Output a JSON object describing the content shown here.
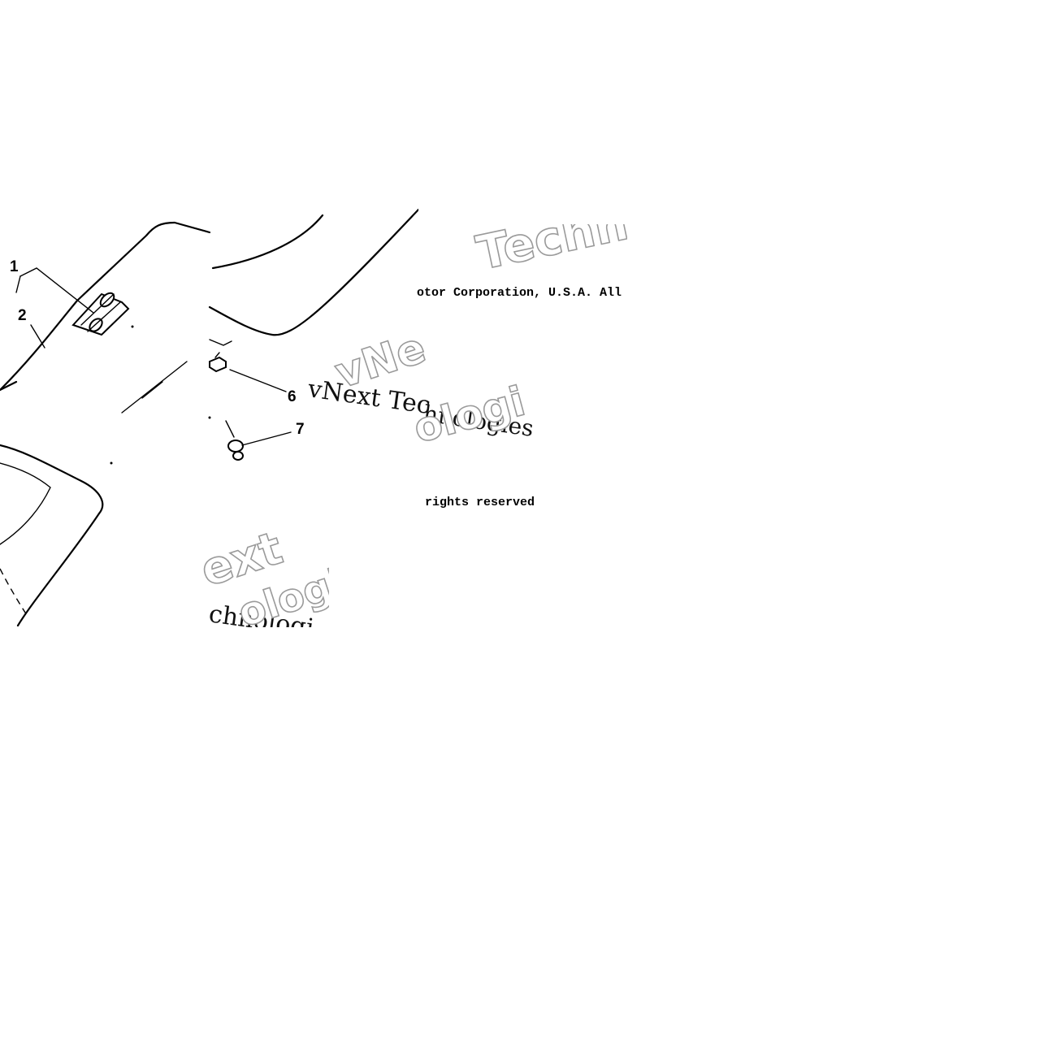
{
  "diagram": {
    "callouts": [
      {
        "id": "1",
        "label": "1"
      },
      {
        "id": "2",
        "label": "2"
      },
      {
        "id": "6",
        "label": "6"
      },
      {
        "id": "7",
        "label": "7"
      }
    ],
    "copyright_fragments": [
      "otor Corporation, U.S.A. All",
      "rights reserved"
    ],
    "watermarks": [
      "Techno",
      "vNext Tec",
      "vNe",
      "hnologies",
      "ologi",
      "ext",
      "chnologi",
      "ologi"
    ]
  }
}
